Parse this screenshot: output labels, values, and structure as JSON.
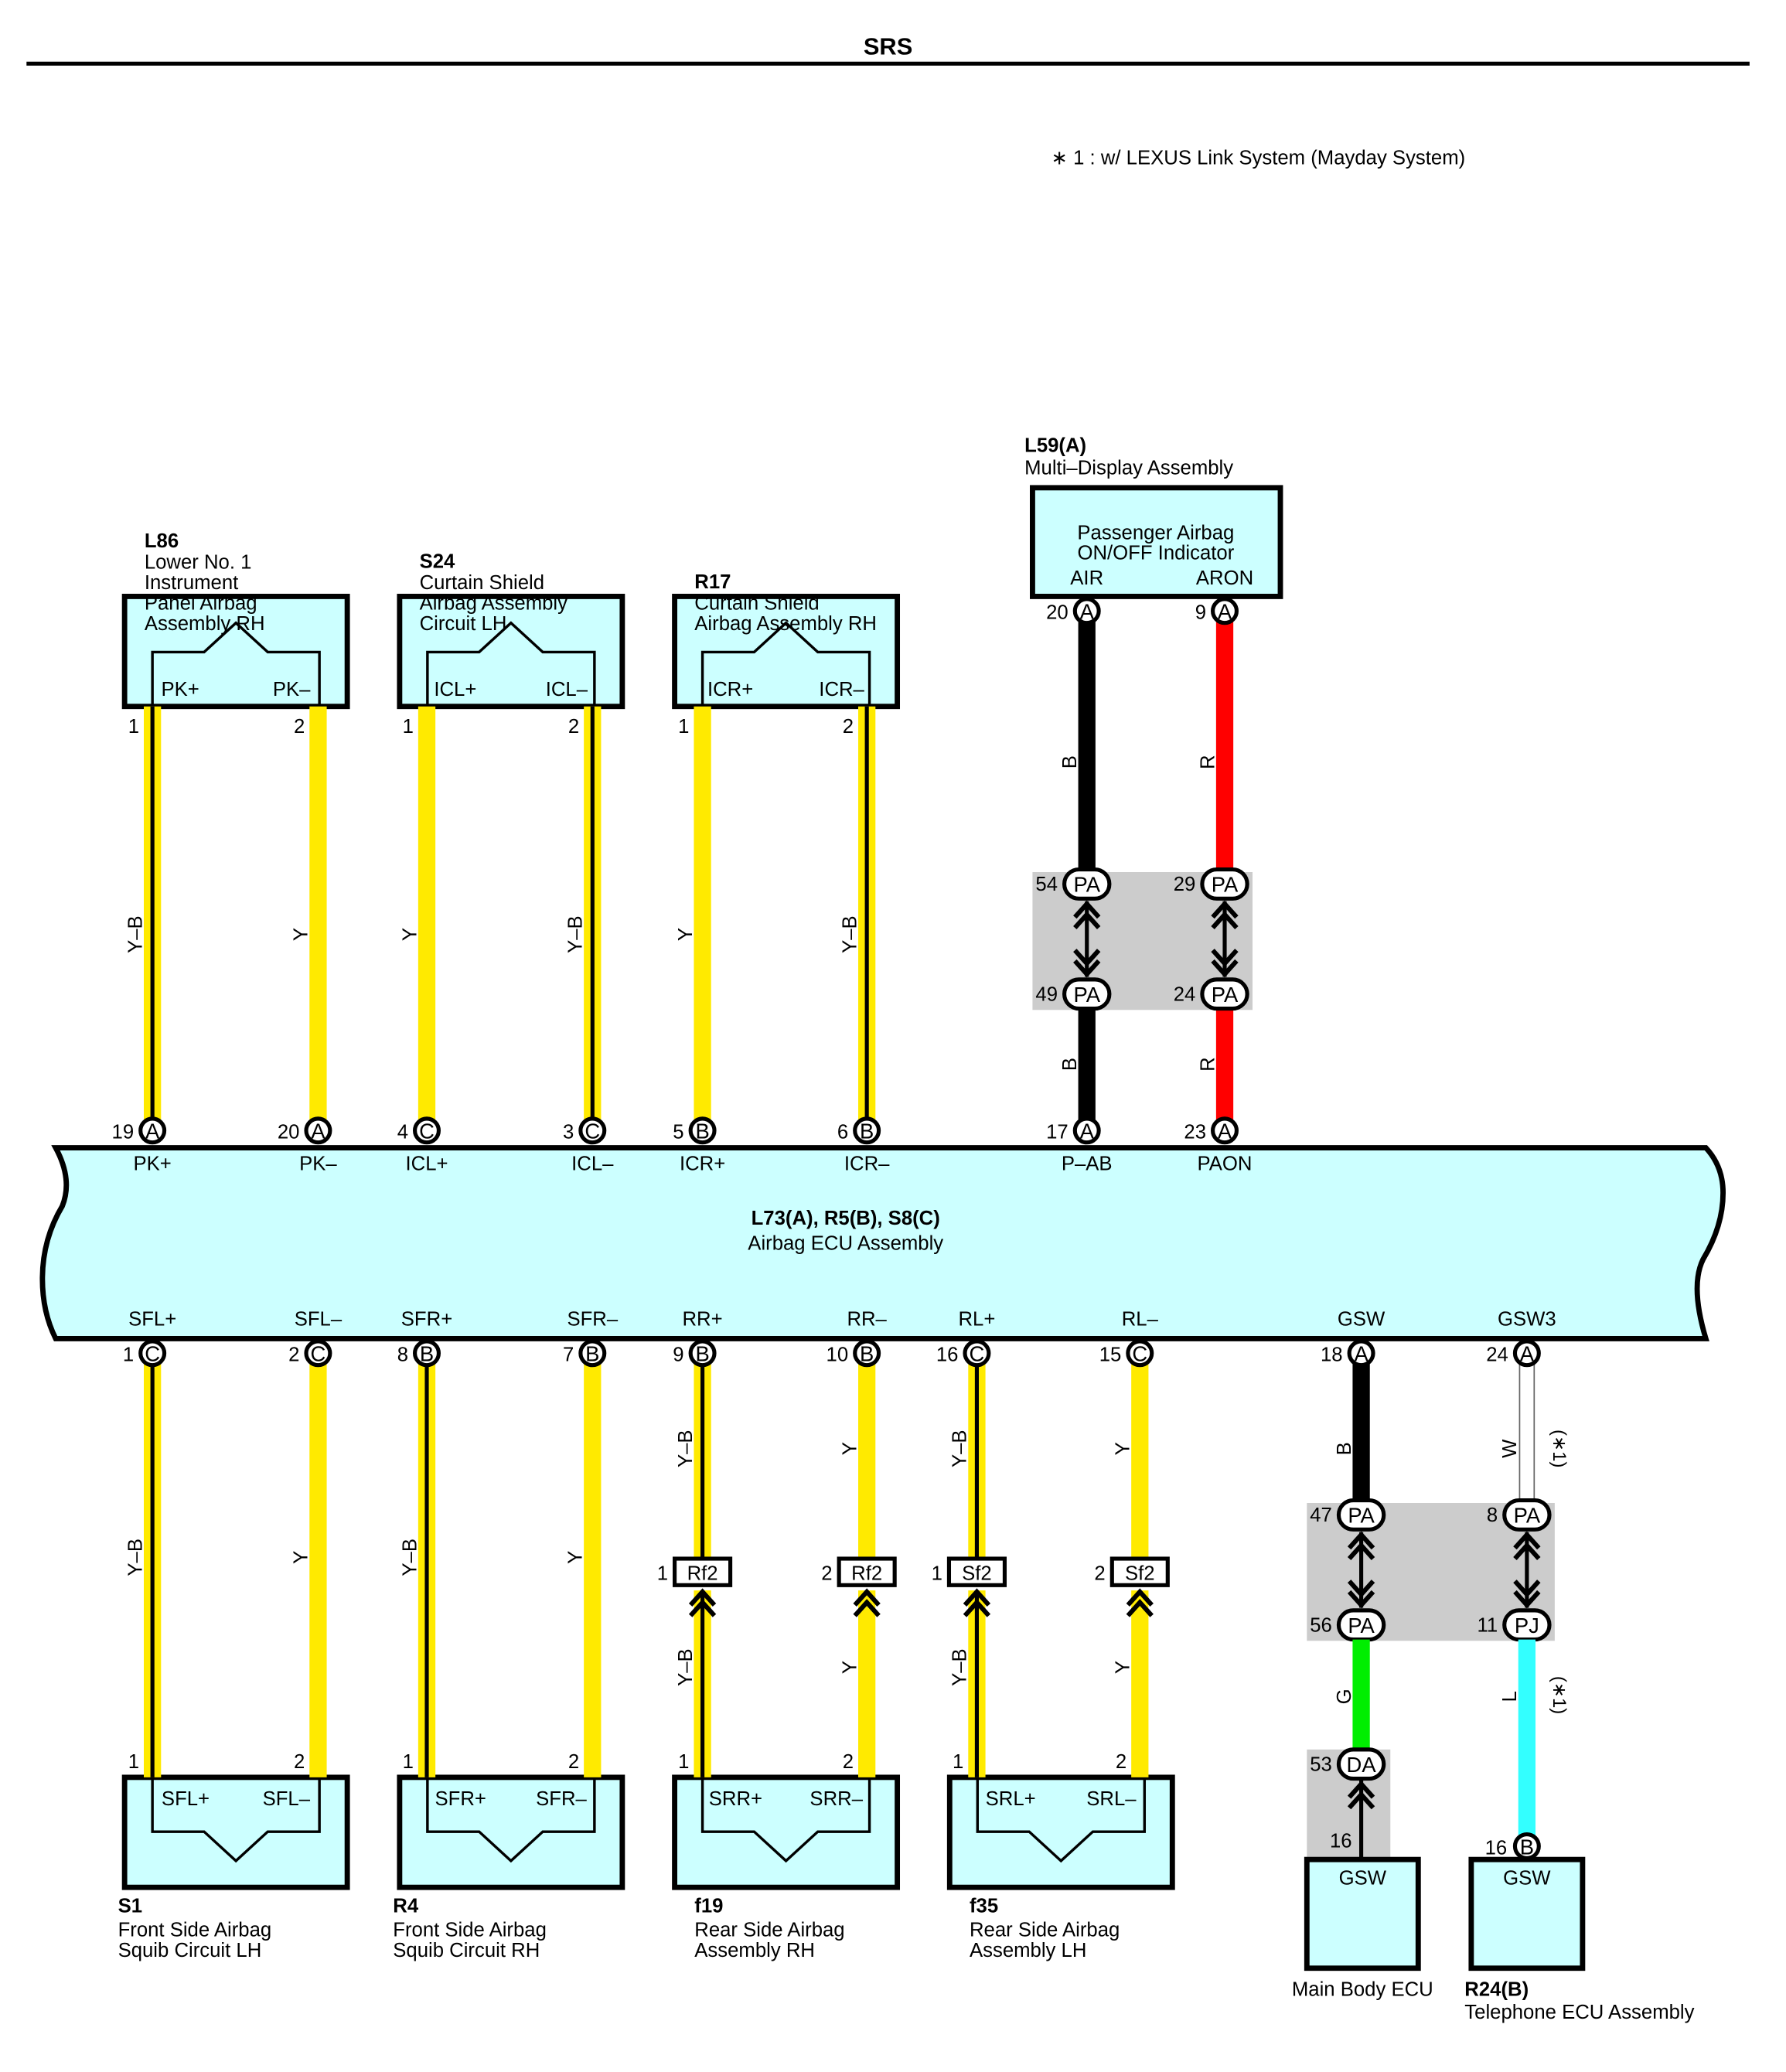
{
  "page": {
    "title": "SRS",
    "note": "∗ 1 : w/ LEXUS Link System (Mayday System)"
  },
  "colors": {
    "component_fill": "#ccffff",
    "connector_box": "#cccccc",
    "Y": "#ffea00",
    "B": "#000000",
    "R": "#ff0000",
    "G": "#00ee00",
    "L": "#33ffff",
    "W": "#ffffff"
  },
  "ecu": {
    "id": "L73(A), R5(B), S8(C)",
    "name": "Airbag ECU Assembly"
  },
  "top_components": [
    {
      "id": "L86",
      "name": [
        "Lower No. 1",
        "Instrument",
        "Panel Airbag",
        "Assembly RH"
      ],
      "pins": [
        "PK+",
        "PK–"
      ],
      "nums": [
        "1",
        "2"
      ]
    },
    {
      "id": "S24",
      "name": [
        "Curtain Shield",
        "Airbag Assembly",
        "Circuit LH"
      ],
      "pins": [
        "ICL+",
        "ICL–"
      ],
      "nums": [
        "1",
        "2"
      ]
    },
    {
      "id": "R17",
      "name": [
        "Curtain Shield",
        "Airbag Assembly RH"
      ],
      "pins": [
        "ICR+",
        "ICR–"
      ],
      "nums": [
        "1",
        "2"
      ]
    }
  ],
  "bottom_components": [
    {
      "id": "S1",
      "name": [
        "Front Side Airbag",
        "Squib Circuit LH"
      ],
      "pins": [
        "SFL+",
        "SFL–"
      ],
      "nums": [
        "1",
        "2"
      ]
    },
    {
      "id": "R4",
      "name": [
        "Front Side Airbag",
        "Squib Circuit RH"
      ],
      "pins": [
        "SFR+",
        "SFR–"
      ],
      "nums": [
        "1",
        "2"
      ]
    },
    {
      "id": "f19",
      "name": [
        "Rear Side Airbag",
        "Assembly RH"
      ],
      "pins": [
        "SRR+",
        "SRR–"
      ],
      "nums": [
        "1",
        "2"
      ]
    },
    {
      "id": "f35",
      "name": [
        "Rear Side Airbag",
        "Assembly LH"
      ],
      "pins": [
        "SRL+",
        "SRL–"
      ],
      "nums": [
        "1",
        "2"
      ]
    }
  ],
  "multi_display": {
    "id": "L59(A)",
    "name": "Multi–Display Assembly",
    "text": [
      "Passenger Airbag",
      "ON/OFF Indicator"
    ],
    "pins": [
      "AIR",
      "ARON"
    ],
    "nums": [
      "20",
      "9"
    ],
    "conn": "A"
  },
  "ecu_top_pins": [
    {
      "num": "19",
      "conn": "A",
      "name": "PK+"
    },
    {
      "num": "20",
      "conn": "A",
      "name": "PK–"
    },
    {
      "num": "4",
      "conn": "C",
      "name": "ICL+"
    },
    {
      "num": "3",
      "conn": "C",
      "name": "ICL–"
    },
    {
      "num": "5",
      "conn": "B",
      "name": "ICR+"
    },
    {
      "num": "6",
      "conn": "B",
      "name": "ICR–"
    },
    {
      "num": "17",
      "conn": "A",
      "name": "P–AB"
    },
    {
      "num": "23",
      "conn": "A",
      "name": "PAON"
    }
  ],
  "ecu_bottom_pins": [
    {
      "num": "1",
      "conn": "C",
      "name": "SFL+"
    },
    {
      "num": "2",
      "conn": "C",
      "name": "SFL–"
    },
    {
      "num": "8",
      "conn": "B",
      "name": "SFR+"
    },
    {
      "num": "7",
      "conn": "B",
      "name": "SFR–"
    },
    {
      "num": "9",
      "conn": "B",
      "name": "RR+"
    },
    {
      "num": "10",
      "conn": "B",
      "name": "RR–"
    },
    {
      "num": "16",
      "conn": "C",
      "name": "RL+"
    },
    {
      "num": "15",
      "conn": "C",
      "name": "RL–"
    },
    {
      "num": "18",
      "conn": "A",
      "name": "GSW"
    },
    {
      "num": "24",
      "conn": "A",
      "name": "GSW3"
    }
  ],
  "top_wire_colors": [
    "Y–B",
    "Y",
    "Y",
    "Y–B",
    "Y",
    "Y–B",
    "B",
    "R"
  ],
  "bottom_wire_colors": [
    "Y–B",
    "Y",
    "Y–B",
    "Y",
    "Y–B",
    "Y",
    "Y–B",
    "Y",
    "B",
    "W"
  ],
  "rear_inline": [
    {
      "pin": "1",
      "code": "Rf2",
      "upper": "Y–B",
      "lower": "Y–B"
    },
    {
      "pin": "2",
      "code": "Rf2",
      "upper": "Y",
      "lower": "Y"
    },
    {
      "pin": "1",
      "code": "Sf2",
      "upper": "Y–B",
      "lower": "Y–B"
    },
    {
      "pin": "2",
      "code": "Sf2",
      "upper": "Y",
      "lower": "Y"
    }
  ],
  "pa_top": [
    {
      "upper_num": "54",
      "upper": "PA",
      "lower_num": "49",
      "lower": "PA",
      "wire_below": "B"
    },
    {
      "upper_num": "29",
      "upper": "PA",
      "lower_num": "24",
      "lower": "PA",
      "wire_below": "R"
    }
  ],
  "pa_bottom": [
    {
      "upper_num": "47",
      "upper": "PA",
      "lower_num": "56",
      "lower": "PA",
      "wire_below": "G"
    },
    {
      "upper_num": "8",
      "upper": "PA",
      "lower_num": "11",
      "lower": "PJ",
      "wire_below": "L"
    }
  ],
  "note_mark": "(∗1)",
  "main_body": {
    "name": "Main Body ECU",
    "pin": "GSW",
    "junction_num": "53",
    "junction": "DA",
    "num": "16"
  },
  "telephone": {
    "id": "R24(B)",
    "name": "Telephone ECU Assembly",
    "pin": "GSW",
    "num": "16",
    "conn": "B"
  }
}
